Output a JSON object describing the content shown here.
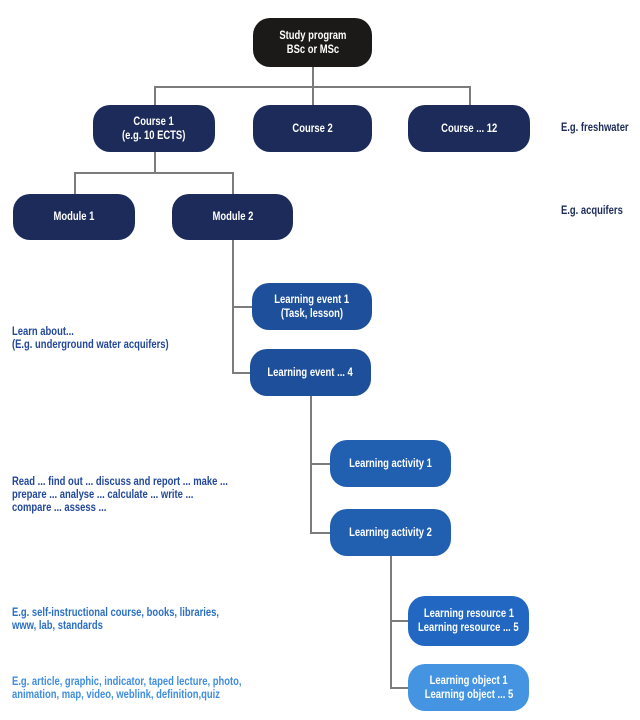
{
  "diagram": {
    "study_program": {
      "line1": "Study program",
      "line2": "BSc or MSc"
    },
    "course1": {
      "line1": "Course 1",
      "line2": "(e.g. 10 ECTS)"
    },
    "course2": {
      "line1": "Course 2"
    },
    "course12": {
      "line1": "Course ... 12"
    },
    "module1": {
      "line1": "Module 1"
    },
    "module2": {
      "line1": "Module 2"
    },
    "event1": {
      "line1": "Learning event 1",
      "line2": "(Task, lesson)"
    },
    "event4": {
      "line1": "Learning event ... 4"
    },
    "activity1": {
      "line1": "Learning activity 1"
    },
    "activity2": {
      "line1": "Learning activity 2"
    },
    "resource": {
      "line1": "Learning resource 1",
      "line2": "Learning resource ... 5"
    },
    "object": {
      "line1": "Learning object 1",
      "line2": "Learning object ... 5"
    }
  },
  "annotations": {
    "freshwater": "E.g. freshwater",
    "acquifers": "E.g. acquifers",
    "learn_about": {
      "line1": "Learn about...",
      "line2": "(E.g. underground water acquifers)"
    },
    "activities": {
      "line1": "Read ... find out ... discuss and report ... make ...",
      "line2": "prepare ... analyse ... calculate ... write ...",
      "line3": "compare ... assess ..."
    },
    "resources": {
      "line1": "E.g. self-instructional course, books, libraries,",
      "line2": "www, lab, standards"
    },
    "objects": {
      "line1": "E.g. article, graphic, indicator, taped lecture, photo,",
      "line2": "animation, map, video, weblink, definition,quiz"
    }
  },
  "colors": {
    "study_program_bg": "#1b1a19",
    "course_module_bg": "#1c2b59",
    "event_bg": "#1d4f9a",
    "activity_bg": "#2160b0",
    "resource_bg": "#2268c2",
    "object_bg": "#4494e2",
    "node_text": "#ffffff",
    "connector": "#7c7c7c",
    "annotation_navy": "#1c2b59",
    "annotation_blue": "#23489b",
    "annotation_resource": "#2a6fc4",
    "annotation_object": "#3f8ee0"
  }
}
